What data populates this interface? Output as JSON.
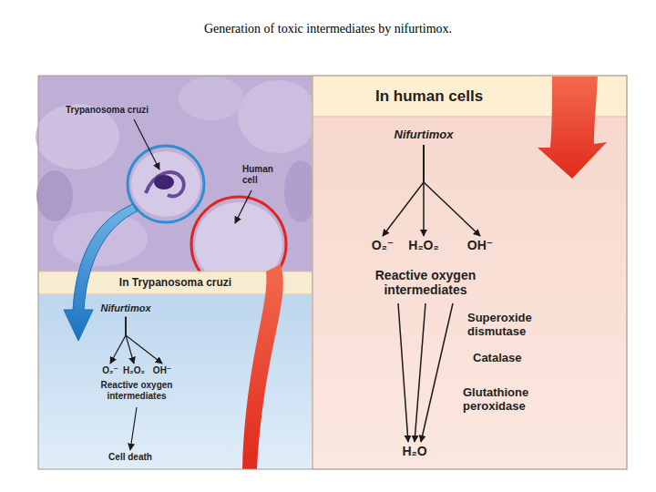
{
  "diagram": {
    "title": "Generation of toxic intermediates by nifurtimox.",
    "nodes": [
      {
        "text": [
          "In Trypanosoma cruzi"
        ]
      },
      {
        "text": [
          "Nifurtimox"
        ],
        "in": 0
      },
      {
        "text": [
          "Reactive oxygen intermediates"
        ],
        "in": 0
      },
      {
        "text": [
          "O₂⁻"
        ],
        "in": 2
      },
      {
        "text": [
          "H₂O₂"
        ],
        "in": 2
      },
      {
        "text": [
          "OH⁻"
        ],
        "in": 2
      },
      {
        "text": [
          "Cell death"
        ],
        "in": 0
      },
      {
        "text": [
          "In human cells"
        ]
      },
      {
        "text": [
          "Nifurtimox"
        ],
        "in": 7
      },
      {
        "text": [
          "Reactive oxygen intermediates"
        ],
        "in": 7
      },
      {
        "text": [
          "O₂⁻"
        ],
        "in": 9
      },
      {
        "text": [
          "H₂O₂"
        ],
        "in": 9
      },
      {
        "text": [
          "OH⁻"
        ],
        "in": 9
      },
      {
        "text": [
          "H₂O"
        ],
        "in": 7
      }
    ],
    "edges": [
      {
        "from": 1,
        "to": 3,
        "arrow": "to"
      },
      {
        "from": 1,
        "to": 4,
        "arrow": "to"
      },
      {
        "from": 1,
        "to": 5,
        "arrow": "to"
      },
      {
        "from": 2,
        "to": 6,
        "arrow": "to"
      },
      {
        "from": 8,
        "to": 10,
        "arrow": "to"
      },
      {
        "from": 8,
        "to": 11,
        "arrow": "to"
      },
      {
        "from": 8,
        "to": 12,
        "arrow": "to"
      },
      {
        "from": 9,
        "to": 13,
        "arrow": "to"
      },
      {
        "from": 9,
        "to": 13,
        "arrow": "to"
      },
      {
        "from": 9,
        "to": 13,
        "arrow": "to"
      }
    ],
    "labels": [
      "Trypanosoma cruzi",
      "Human cell",
      "Superoxide dismutase",
      "Catalase",
      "Glutathione peroxidase"
    ]
  }
}
